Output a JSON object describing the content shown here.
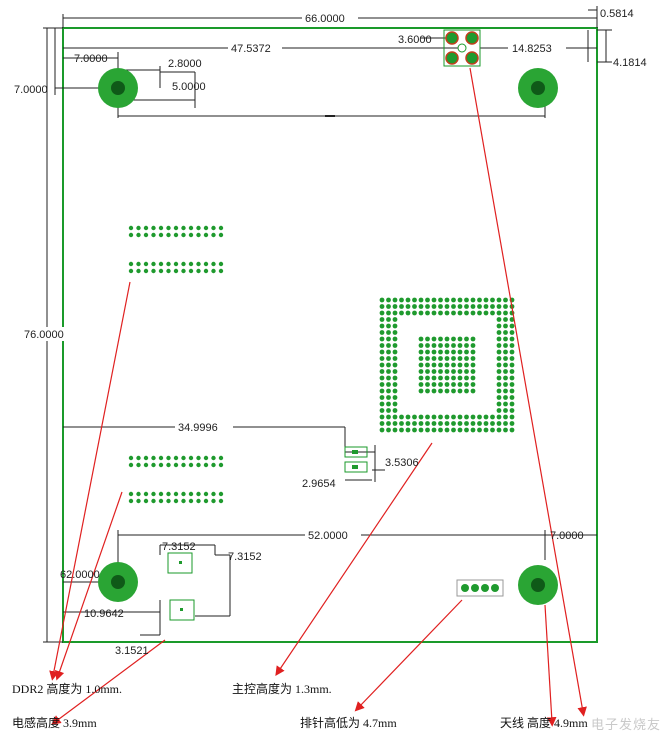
{
  "colors": {
    "board_outline": "#1a9a2a",
    "pad_green": "#1f9a2e",
    "mount_hole": "#2aa534",
    "dimension_line": "#222222",
    "leader_arrow": "#e02020",
    "antenna_pad": "#c0401c"
  },
  "dimensions": {
    "board_width": "66.0000",
    "board_height": "76.0000",
    "hole_offset_x": "7.0000",
    "hole_offset_y": "7.0000",
    "hole_width": "2.8000",
    "hole_height": "5.0000",
    "antenna_offset": "47.5372",
    "antenna_size": "3.6000",
    "antenna_right": "14.8253",
    "edge_top": "0.5814",
    "antenna_top": "4.1814",
    "connector_x": "34.9996",
    "inductor_w": "2.9654",
    "inductor_h": "3.5306",
    "bottom_span": "52.0000",
    "bottom_right": "7.0000",
    "left_height": "62.0000",
    "left_offset": "10.9642",
    "bottom_small": "3.1521",
    "component_a": "7.3152",
    "component_b": "7.3152"
  },
  "annotations": {
    "ddr2": "DDR2 高度为 1.0mm.",
    "controller": "主控高度为 1.3mm.",
    "inductor": "电感高度 3.9mm",
    "header": "排针高低为 4.7mm",
    "antenna": "天线        高度 4.9mm"
  },
  "watermark": "电子发烧友"
}
